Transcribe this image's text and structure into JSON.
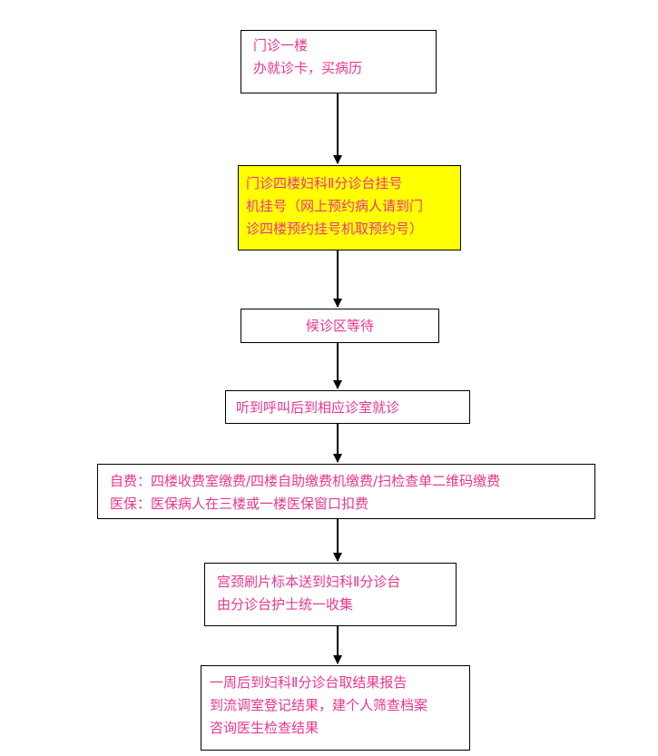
{
  "flow": {
    "step1": {
      "line1": "门诊一楼",
      "line2": "办就诊卡，买病历"
    },
    "step2": {
      "line1": "门诊四楼妇科Ⅱ分诊台挂号",
      "line2": "机挂号（网上预约病人请到门",
      "line3": "诊四楼预约挂号机取预约号）"
    },
    "step3": {
      "line1": "候诊区等待"
    },
    "step4": {
      "line1": "听到呼叫后到相应诊室就诊"
    },
    "step5": {
      "line1": "自费：四楼收费室缴费/四楼自助缴费机缴费/扫检查单二维码缴费",
      "line2": "医保：医保病人在三楼或一楼医保窗口扣费"
    },
    "step6": {
      "line1": "宫颈刷片标本送到妇科Ⅱ分诊台",
      "line2": "由分诊台护士统一收集"
    },
    "step7": {
      "line1": "一周后到妇科Ⅱ分诊台取结果报告",
      "line2": "到流调室登记结果，建个人筛查档案",
      "line3": "咨询医生检查结果"
    }
  },
  "colors": {
    "text": "#e8368f",
    "border": "#000000",
    "highlight": "#ffff00"
  }
}
